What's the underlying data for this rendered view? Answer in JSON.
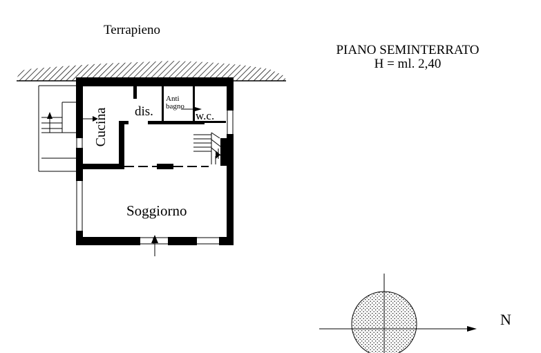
{
  "terrain_label": "Terrapieno",
  "title": {
    "line1": "PIANO SEMINTERRATO",
    "line2": "H = ml. 2,40"
  },
  "rooms": {
    "kitchen": "Cucina",
    "hall": "dis.",
    "antibathroom_line1": "Anti",
    "antibathroom_line2": "bagno",
    "wc": "w.c.",
    "living": "Soggiorno"
  },
  "compass": {
    "north_label": "N"
  },
  "colors": {
    "ink": "#000000",
    "background": "#ffffff"
  }
}
